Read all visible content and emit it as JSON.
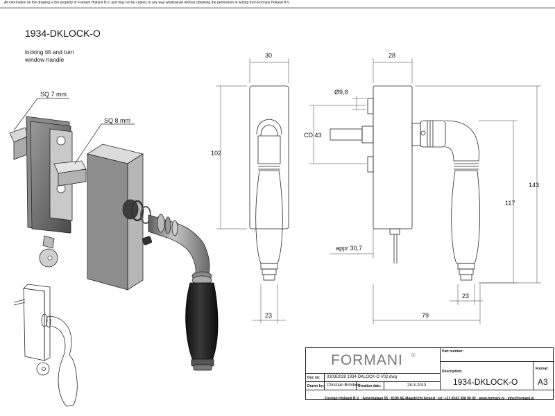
{
  "header": {
    "disclaimer": "All information on the drawing is the property of Formani Holland B.V. and may not be copied, in any way whatsoever without obtaining the permission in writing from Formani Holland B.V."
  },
  "drawing": {
    "title": "1934-DKLOCK-O",
    "subtitle_line1": "locking tilt and turn",
    "subtitle_line2": "window handle"
  },
  "callouts": {
    "sq7": "SQ 7 mm",
    "sq8": "SQ 8 mm"
  },
  "dimensions": {
    "front_width": "30",
    "front_height": "102",
    "front_bottom": "23",
    "side_width": "28",
    "side_diam": "Ø9,8",
    "side_cd": "CD 43",
    "side_appr": "appr 30,7",
    "side_117": "117",
    "side_143": "143",
    "side_23": "23",
    "side_79": "79"
  },
  "title_block": {
    "brand": "FORMANI",
    "brand_mark": "®",
    "part_number_label": "Part number:",
    "description_label": "Description:",
    "description_value": "1934-DKLOCK-O",
    "format_label": "Format:",
    "format_value": "A3",
    "doc_no_label": "Doc no:",
    "doc_no_value": "0303D028 1934-DKLOCK-O V02.dwg",
    "drawn_by_label": "Drawn by:",
    "drawn_by_value": "Christian Brimbois",
    "creation_date_label": "Creation date:",
    "creation_date_value": "28-3-2013",
    "footer": "Formani Holland B.V. · Amerikalaan 55 · 6199 AE Maastricht Airport · tel: +31 (0)43 308 90 00 · www.formani.nl · info@formani.nl"
  }
}
